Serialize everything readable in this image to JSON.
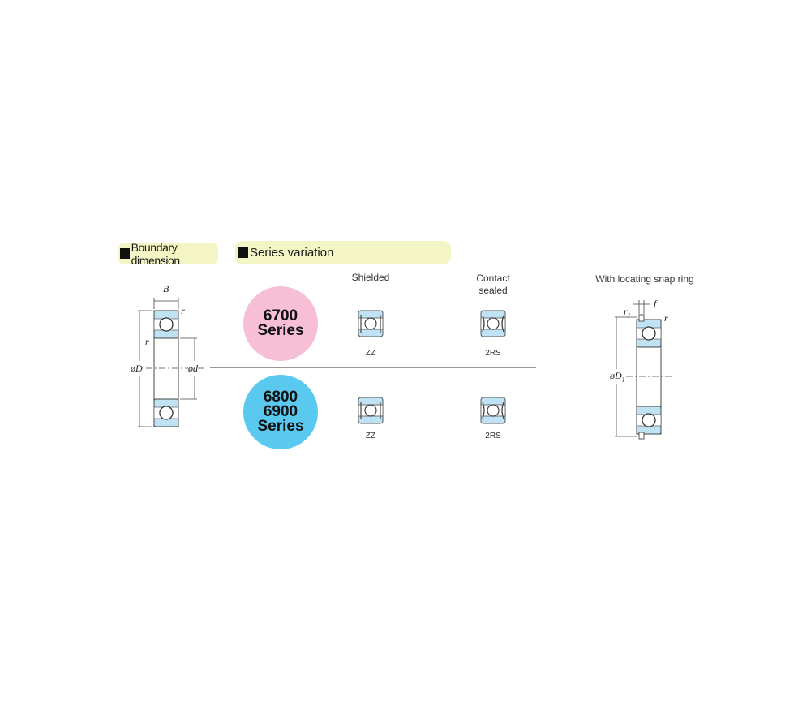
{
  "headers": {
    "boundary_dimension": "Boundary dimension",
    "series_variation": "Series variation"
  },
  "columns": {
    "shielded": "Shielded",
    "contact_sealed_line1": "Contact",
    "contact_sealed_line2": "sealed",
    "snap_ring": "With locating snap ring"
  },
  "series": {
    "top": [
      "6700",
      "Series"
    ],
    "bottom": [
      "6800",
      "6900",
      "Series"
    ]
  },
  "codes": {
    "shielded": "ZZ",
    "sealed": "2RS"
  },
  "dimension_symbols": {
    "B": "B",
    "r": "r",
    "D": "øD",
    "d": "ød",
    "D1": "øD",
    "D1_sub": "1",
    "r1": "r",
    "r1_sub": "1",
    "f": "f"
  },
  "colors": {
    "header_bg": "#f4f5c4",
    "ring_blue": "#bfe3f5",
    "series_pink": "#f6bfd6",
    "series_blue": "#5ac9f0"
  }
}
